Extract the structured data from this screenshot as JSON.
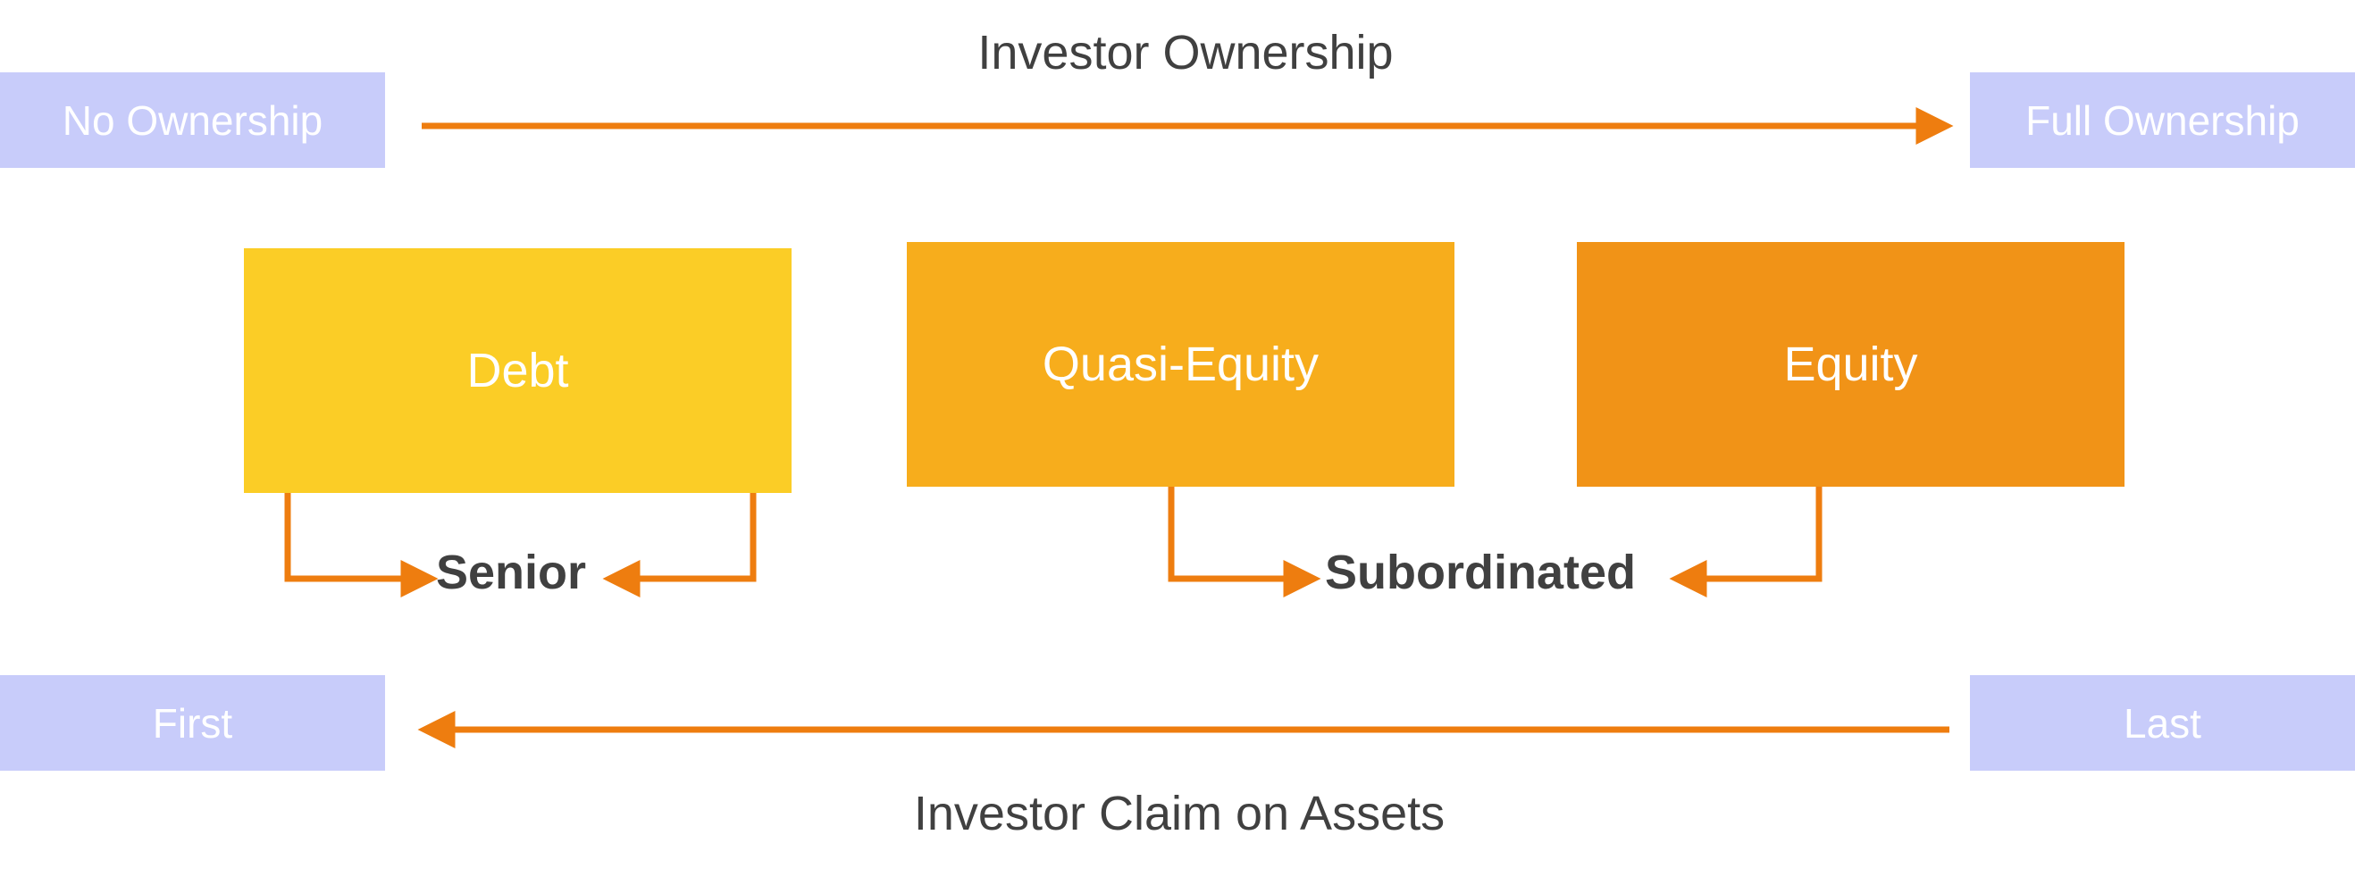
{
  "ownership": {
    "title": "Investor Ownership",
    "start_label": "No Ownership",
    "end_label": "Full Ownership"
  },
  "claim": {
    "title": "Investor Claim on Assets",
    "start_label": "First",
    "end_label": "Last"
  },
  "instruments": [
    {
      "label": "Debt",
      "color": "#fbcd26"
    },
    {
      "label": "Quasi-Equity",
      "color": "#f7ad1c"
    },
    {
      "label": "Equity",
      "color": "#f19317"
    }
  ],
  "groups": {
    "senior": "Senior",
    "subordinated": "Subordinated"
  },
  "colors": {
    "arrow": "#ee7d0f",
    "end_box": "#c8ccfa",
    "text": "#404040"
  }
}
